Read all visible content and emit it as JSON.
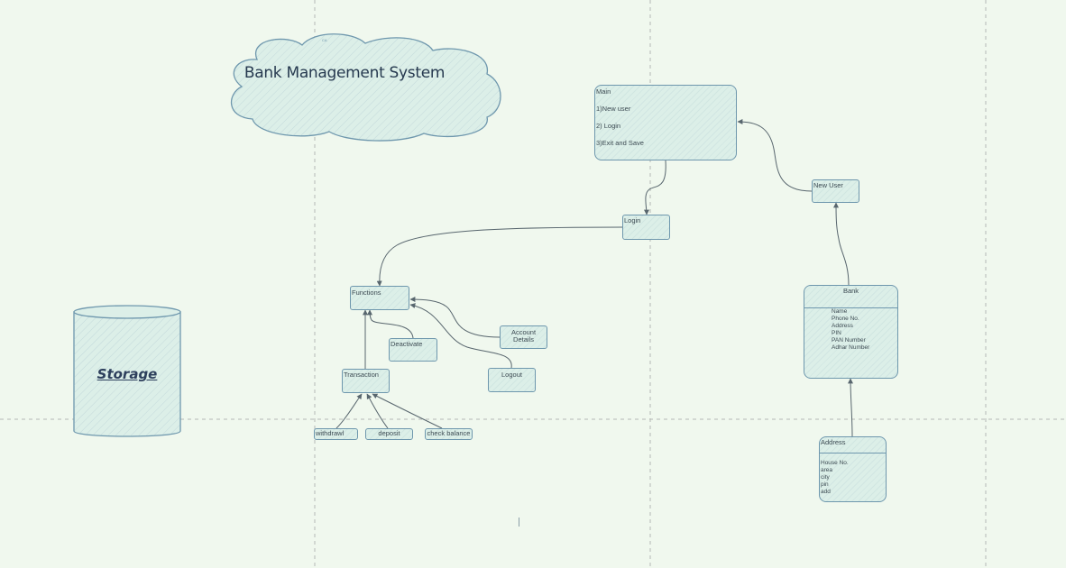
{
  "title": "Bank Management System",
  "cloud_mark": "CA",
  "storage": "Storage",
  "nodes": {
    "main": {
      "label": "Main",
      "items": [
        "1)New user",
        "2) Login",
        "3)Exit and Save"
      ]
    },
    "new_user": "New User",
    "login": "Login",
    "functions": "Functions",
    "account_details": "Account Details",
    "deactivate": "Deactivate",
    "logout": "Logout",
    "transaction": "Transaction",
    "withdrawl": "withdrawl",
    "deposit": "deposit",
    "check_balance": "check balance",
    "bank": {
      "label": "Bank",
      "fields": [
        "Name",
        "Phone No.",
        "Address",
        "PIN",
        "PAN Number",
        "Adhar Number"
      ]
    },
    "address": {
      "label": "Address",
      "fields": [
        "House No.",
        "area",
        "city",
        "pin",
        "add"
      ]
    }
  },
  "colors": {
    "background": "#f0f8ee",
    "node_fill": "#dcefe8",
    "node_stroke": "#6e97ad",
    "edge": "#58666e",
    "guide": "#b5b9b5",
    "text": "#3c4a52"
  }
}
